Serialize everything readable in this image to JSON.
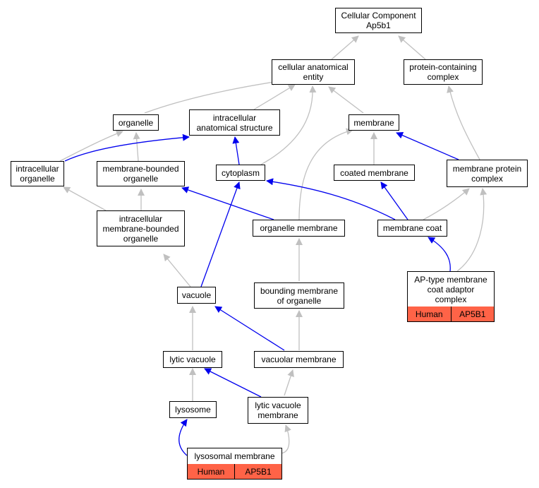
{
  "colors": {
    "is_a": "#c0c0c0",
    "part_of": "#0000ee",
    "annotation_fill": "#ff6347"
  },
  "nodes": {
    "root": {
      "label": "Cellular Component\nAp5b1"
    },
    "cae": {
      "label": "cellular anatomical\nentity"
    },
    "pcc": {
      "label": "protein-containing\ncomplex"
    },
    "organelle": {
      "label": "organelle"
    },
    "ias": {
      "label": "intracellular\nanatomical structure"
    },
    "membrane": {
      "label": "membrane"
    },
    "io": {
      "label": "intracellular\norganelle"
    },
    "mbo": {
      "label": "membrane-bounded\norganelle"
    },
    "cytoplasm": {
      "label": "cytoplasm"
    },
    "coated": {
      "label": "coated membrane"
    },
    "mpc": {
      "label": "membrane protein\ncomplex"
    },
    "imbo": {
      "label": "intracellular\nmembrane-bounded\norganelle"
    },
    "om": {
      "label": "organelle membrane"
    },
    "mcoat": {
      "label": "membrane coat"
    },
    "ap": {
      "label": "AP-type membrane\ncoat adaptor\ncomplex"
    },
    "vacuole": {
      "label": "vacuole"
    },
    "bmo": {
      "label": "bounding membrane\nof organelle"
    },
    "lv": {
      "label": "lytic vacuole"
    },
    "vm": {
      "label": "vacuolar membrane"
    },
    "lysosome": {
      "label": "lysosome"
    },
    "lvm": {
      "label": "lytic vacuole\nmembrane"
    },
    "lm": {
      "label": "lysosomal membrane"
    }
  },
  "annotations": {
    "ap": {
      "species": "Human",
      "gene": "AP5B1"
    },
    "lm": {
      "species": "Human",
      "gene": "AP5B1"
    }
  }
}
